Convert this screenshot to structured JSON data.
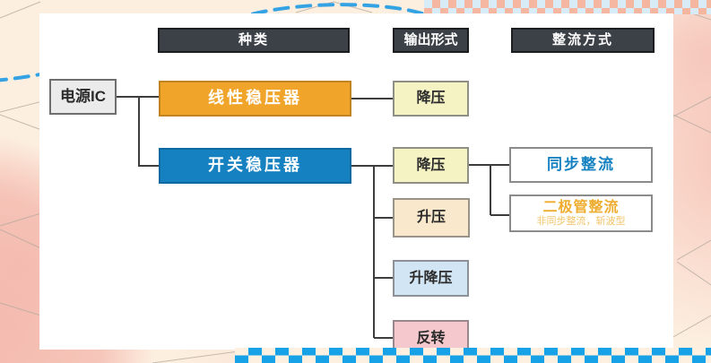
{
  "diagram": {
    "columns": {
      "kind": "种类",
      "output": "输出形式",
      "rectification": "整流方式"
    },
    "root": {
      "label": "电源IC"
    },
    "categories": [
      {
        "label": "线性稳压器",
        "color": "#f0a42a"
      },
      {
        "label": "开关稳压器",
        "color": "#1581c1"
      }
    ],
    "outputs": [
      {
        "label": "降压",
        "parent": "线性稳压器"
      },
      {
        "label": "降压",
        "parent": "开关稳压器"
      },
      {
        "label": "升压",
        "parent": "开关稳压器"
      },
      {
        "label": "升降压",
        "parent": "开关稳压器"
      },
      {
        "label": "反转",
        "parent": "开关稳压器"
      }
    ],
    "rectifications": [
      {
        "label": "同步整流",
        "text_color": "#1581c1"
      },
      {
        "label": "二极管整流",
        "subtitle": "非同步整流，斩波型",
        "text_color": "#eead2e"
      }
    ],
    "style": {
      "header_bg": "#3c4147",
      "connector_color": "#3d3d3d",
      "ribbon_blue": "#17a1e6",
      "dashed_arc_blue": "#35a2e4"
    }
  }
}
